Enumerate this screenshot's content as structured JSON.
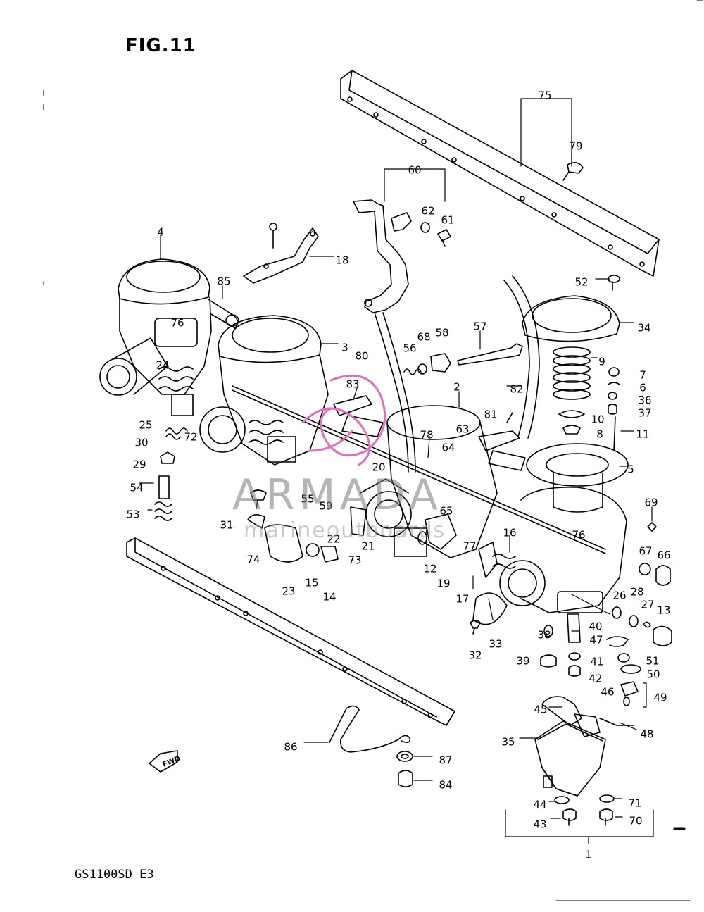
{
  "figure": {
    "title": "FIG.11",
    "model_code": "GS1100SD  E3",
    "fwd_arrow_label": "FWD"
  },
  "watermark": {
    "brand": "ARMADA",
    "sub": "marineoutboards"
  },
  "colors": {
    "ink": "#000000",
    "watermark_pink": "#e070b8",
    "watermark_gray": "#8a8a8a"
  },
  "callouts": [
    {
      "label": "75"
    },
    {
      "label": "79"
    },
    {
      "label": "60"
    },
    {
      "label": "62"
    },
    {
      "label": "61"
    },
    {
      "label": "4"
    },
    {
      "label": "18"
    },
    {
      "label": "85"
    },
    {
      "label": "52"
    },
    {
      "label": "76"
    },
    {
      "label": "3"
    },
    {
      "label": "34"
    },
    {
      "label": "57"
    },
    {
      "label": "68"
    },
    {
      "label": "58"
    },
    {
      "label": "56"
    },
    {
      "label": "80"
    },
    {
      "label": "9"
    },
    {
      "label": "7"
    },
    {
      "label": "6"
    },
    {
      "label": "36"
    },
    {
      "label": "37"
    },
    {
      "label": "24"
    },
    {
      "label": "83"
    },
    {
      "label": "2"
    },
    {
      "label": "82"
    },
    {
      "label": "81"
    },
    {
      "label": "10"
    },
    {
      "label": "25"
    },
    {
      "label": "8"
    },
    {
      "label": "11"
    },
    {
      "label": "78"
    },
    {
      "label": "63"
    },
    {
      "label": "30"
    },
    {
      "label": "72"
    },
    {
      "label": "64"
    },
    {
      "label": "29"
    },
    {
      "label": "20"
    },
    {
      "label": "5"
    },
    {
      "label": "54"
    },
    {
      "label": "55"
    },
    {
      "label": "59"
    },
    {
      "label": "69"
    },
    {
      "label": "53"
    },
    {
      "label": "31"
    },
    {
      "label": "65"
    },
    {
      "label": "16"
    },
    {
      "label": "76"
    },
    {
      "label": "22"
    },
    {
      "label": "21"
    },
    {
      "label": "77"
    },
    {
      "label": "67"
    },
    {
      "label": "66"
    },
    {
      "label": "74"
    },
    {
      "label": "73"
    },
    {
      "label": "12"
    },
    {
      "label": "19"
    },
    {
      "label": "15"
    },
    {
      "label": "23"
    },
    {
      "label": "14"
    },
    {
      "label": "17"
    },
    {
      "label": "26"
    },
    {
      "label": "28"
    },
    {
      "label": "27"
    },
    {
      "label": "13"
    },
    {
      "label": "40"
    },
    {
      "label": "38"
    },
    {
      "label": "47"
    },
    {
      "label": "33"
    },
    {
      "label": "32"
    },
    {
      "label": "39"
    },
    {
      "label": "41"
    },
    {
      "label": "51"
    },
    {
      "label": "50"
    },
    {
      "label": "42"
    },
    {
      "label": "46"
    },
    {
      "label": "49"
    },
    {
      "label": "45"
    },
    {
      "label": "48"
    },
    {
      "label": "86"
    },
    {
      "label": "35"
    },
    {
      "label": "87"
    },
    {
      "label": "84"
    },
    {
      "label": "44"
    },
    {
      "label": "71"
    },
    {
      "label": "43"
    },
    {
      "label": "70"
    },
    {
      "label": "1"
    }
  ]
}
